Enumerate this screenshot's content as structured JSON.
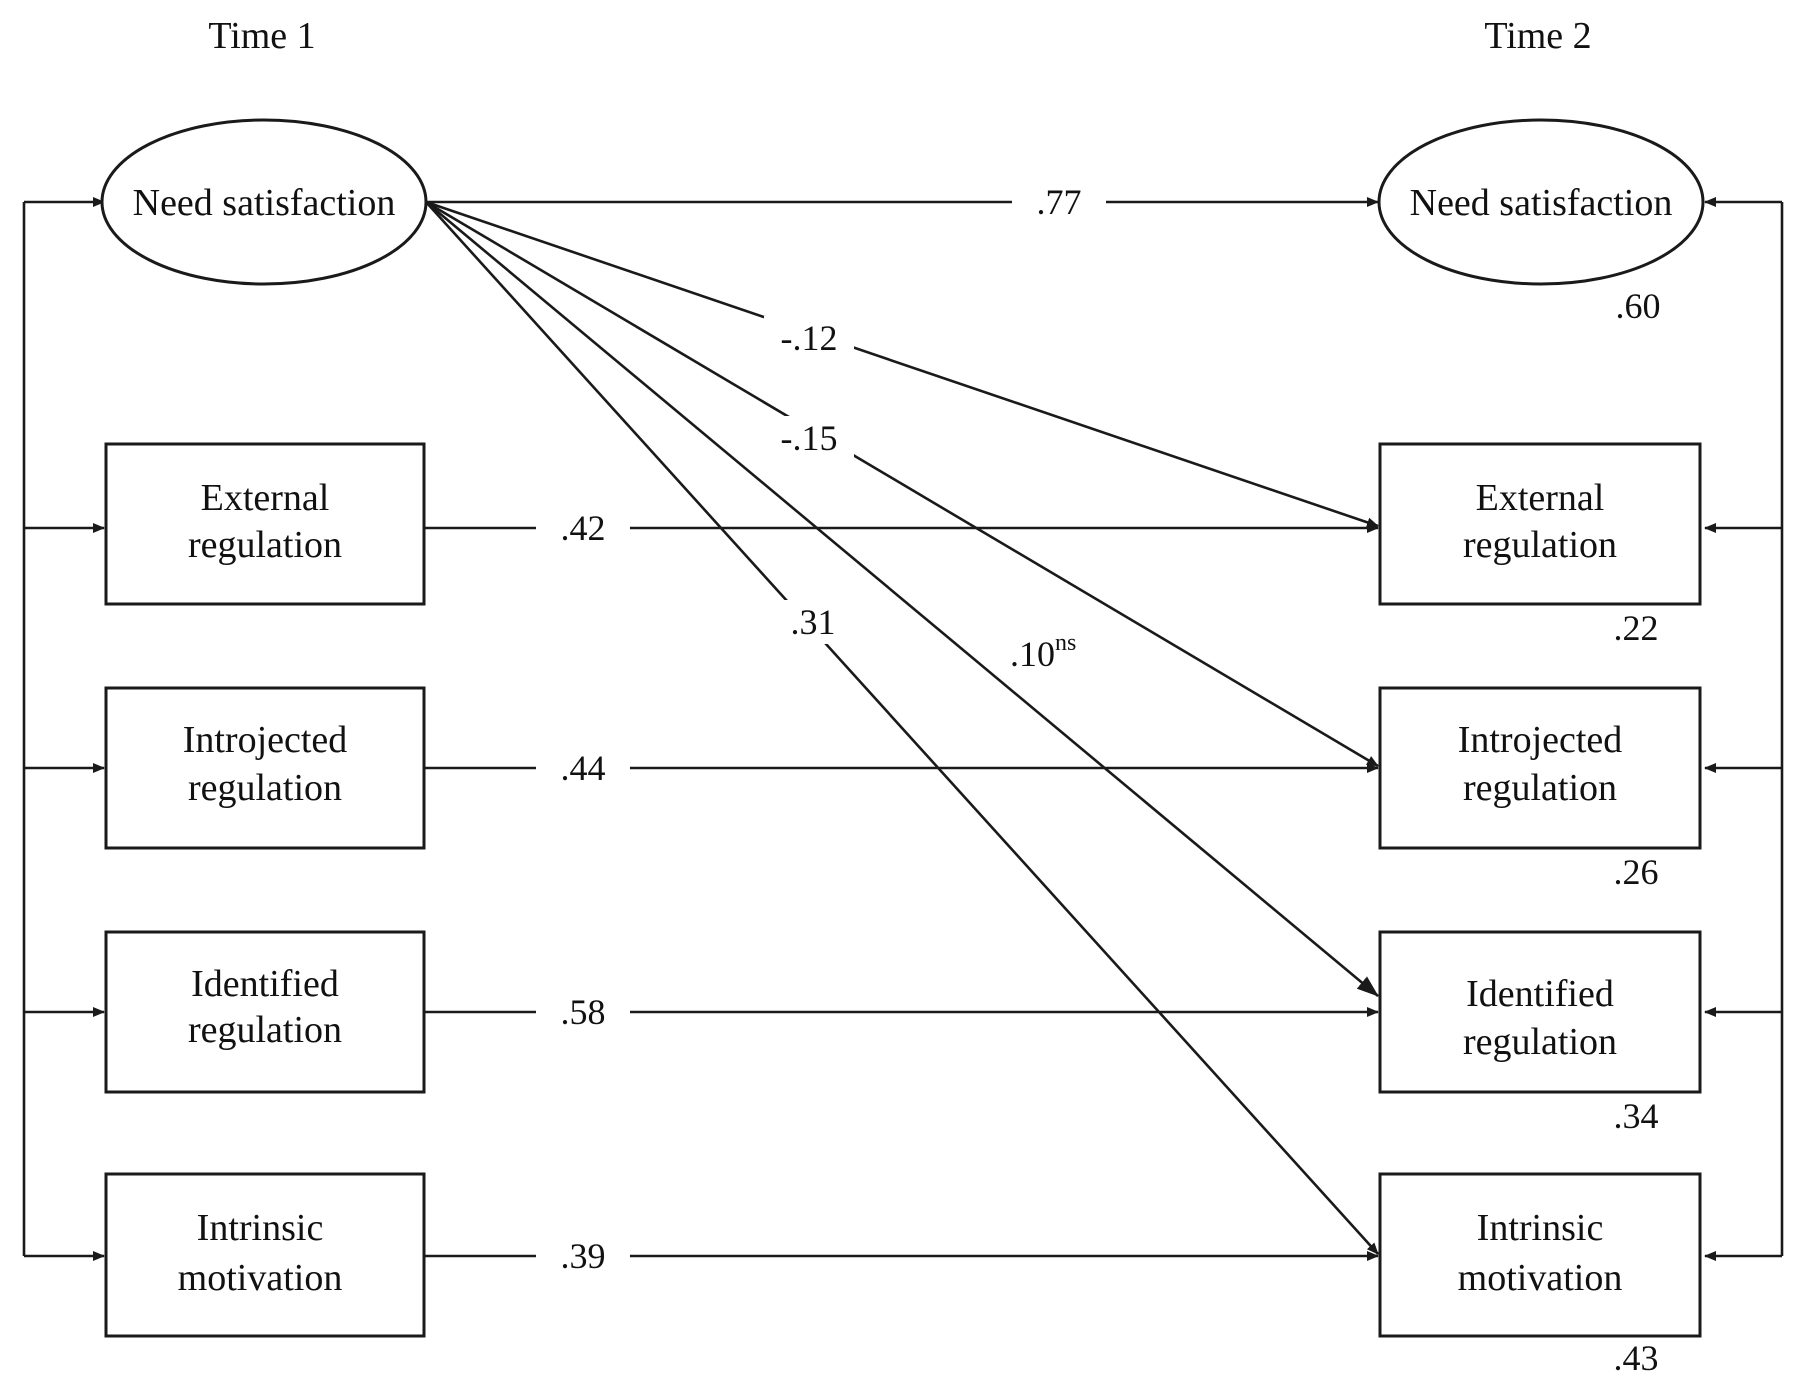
{
  "headers": {
    "time1": "Time 1",
    "time2": "Time 2"
  },
  "nodes": {
    "t1_need": {
      "label": "Need satisfaction"
    },
    "t1_ext": {
      "line1": "External",
      "line2": "regulation"
    },
    "t1_intro": {
      "line1": "Introjected",
      "line2": "regulation"
    },
    "t1_ident": {
      "line1": "Identified",
      "line2": "regulation"
    },
    "t1_intr": {
      "line1": "Intrinsic",
      "line2": "motivation"
    },
    "t2_need": {
      "label": "Need satisfaction",
      "r2": ".60"
    },
    "t2_ext": {
      "line1": "External",
      "line2": "regulation",
      "r2": ".22"
    },
    "t2_intro": {
      "line1": "Introjected",
      "line2": "regulation",
      "r2": ".26"
    },
    "t2_ident": {
      "line1": "Identified",
      "line2": "regulation",
      "r2": ".34"
    },
    "t2_intr": {
      "line1": "Intrinsic",
      "line2": "motivation",
      "r2": ".43"
    }
  },
  "paths": {
    "need_need": ".77",
    "ext_ext": ".42",
    "intro_intro": ".44",
    "ident_ident": ".58",
    "intr_intr": ".39",
    "need_ext": "-.12",
    "need_intro": "-.15",
    "need_ident": ".10",
    "need_ident_sup": "ns",
    "need_intr": ".31"
  }
}
